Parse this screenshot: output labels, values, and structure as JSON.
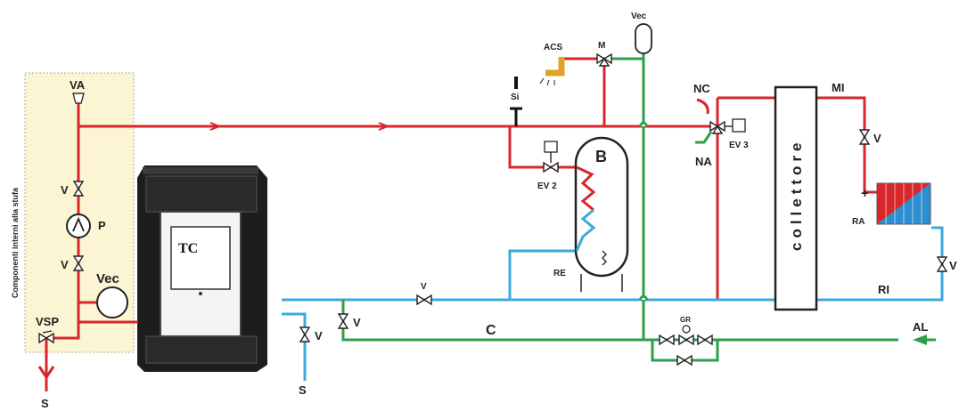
{
  "labels": {
    "side_note": "Componenti interni alla stufa",
    "va": "VA",
    "pump": "P",
    "vec_stove": "Vec",
    "vsp": "VSP",
    "s_left": "S",
    "s_mid": "S",
    "tc": "TC",
    "si": "Si",
    "acs": "ACS",
    "m": "M",
    "vec_top": "Vec",
    "b": "B",
    "ev2": "EV 2",
    "re": "RE",
    "nc": "NC",
    "na": "NA",
    "ev3": "EV 3",
    "collettore": "collettore",
    "mi": "MI",
    "ra": "RA",
    "plus": "+",
    "ri": "RI",
    "c": "C",
    "al": "AL",
    "gr": "GR",
    "v": "V"
  },
  "colors": {
    "hot": "#d9262b",
    "cold": "#3ea8dd",
    "mains": "#2e9e48",
    "panel": "#fbf5d3"
  }
}
